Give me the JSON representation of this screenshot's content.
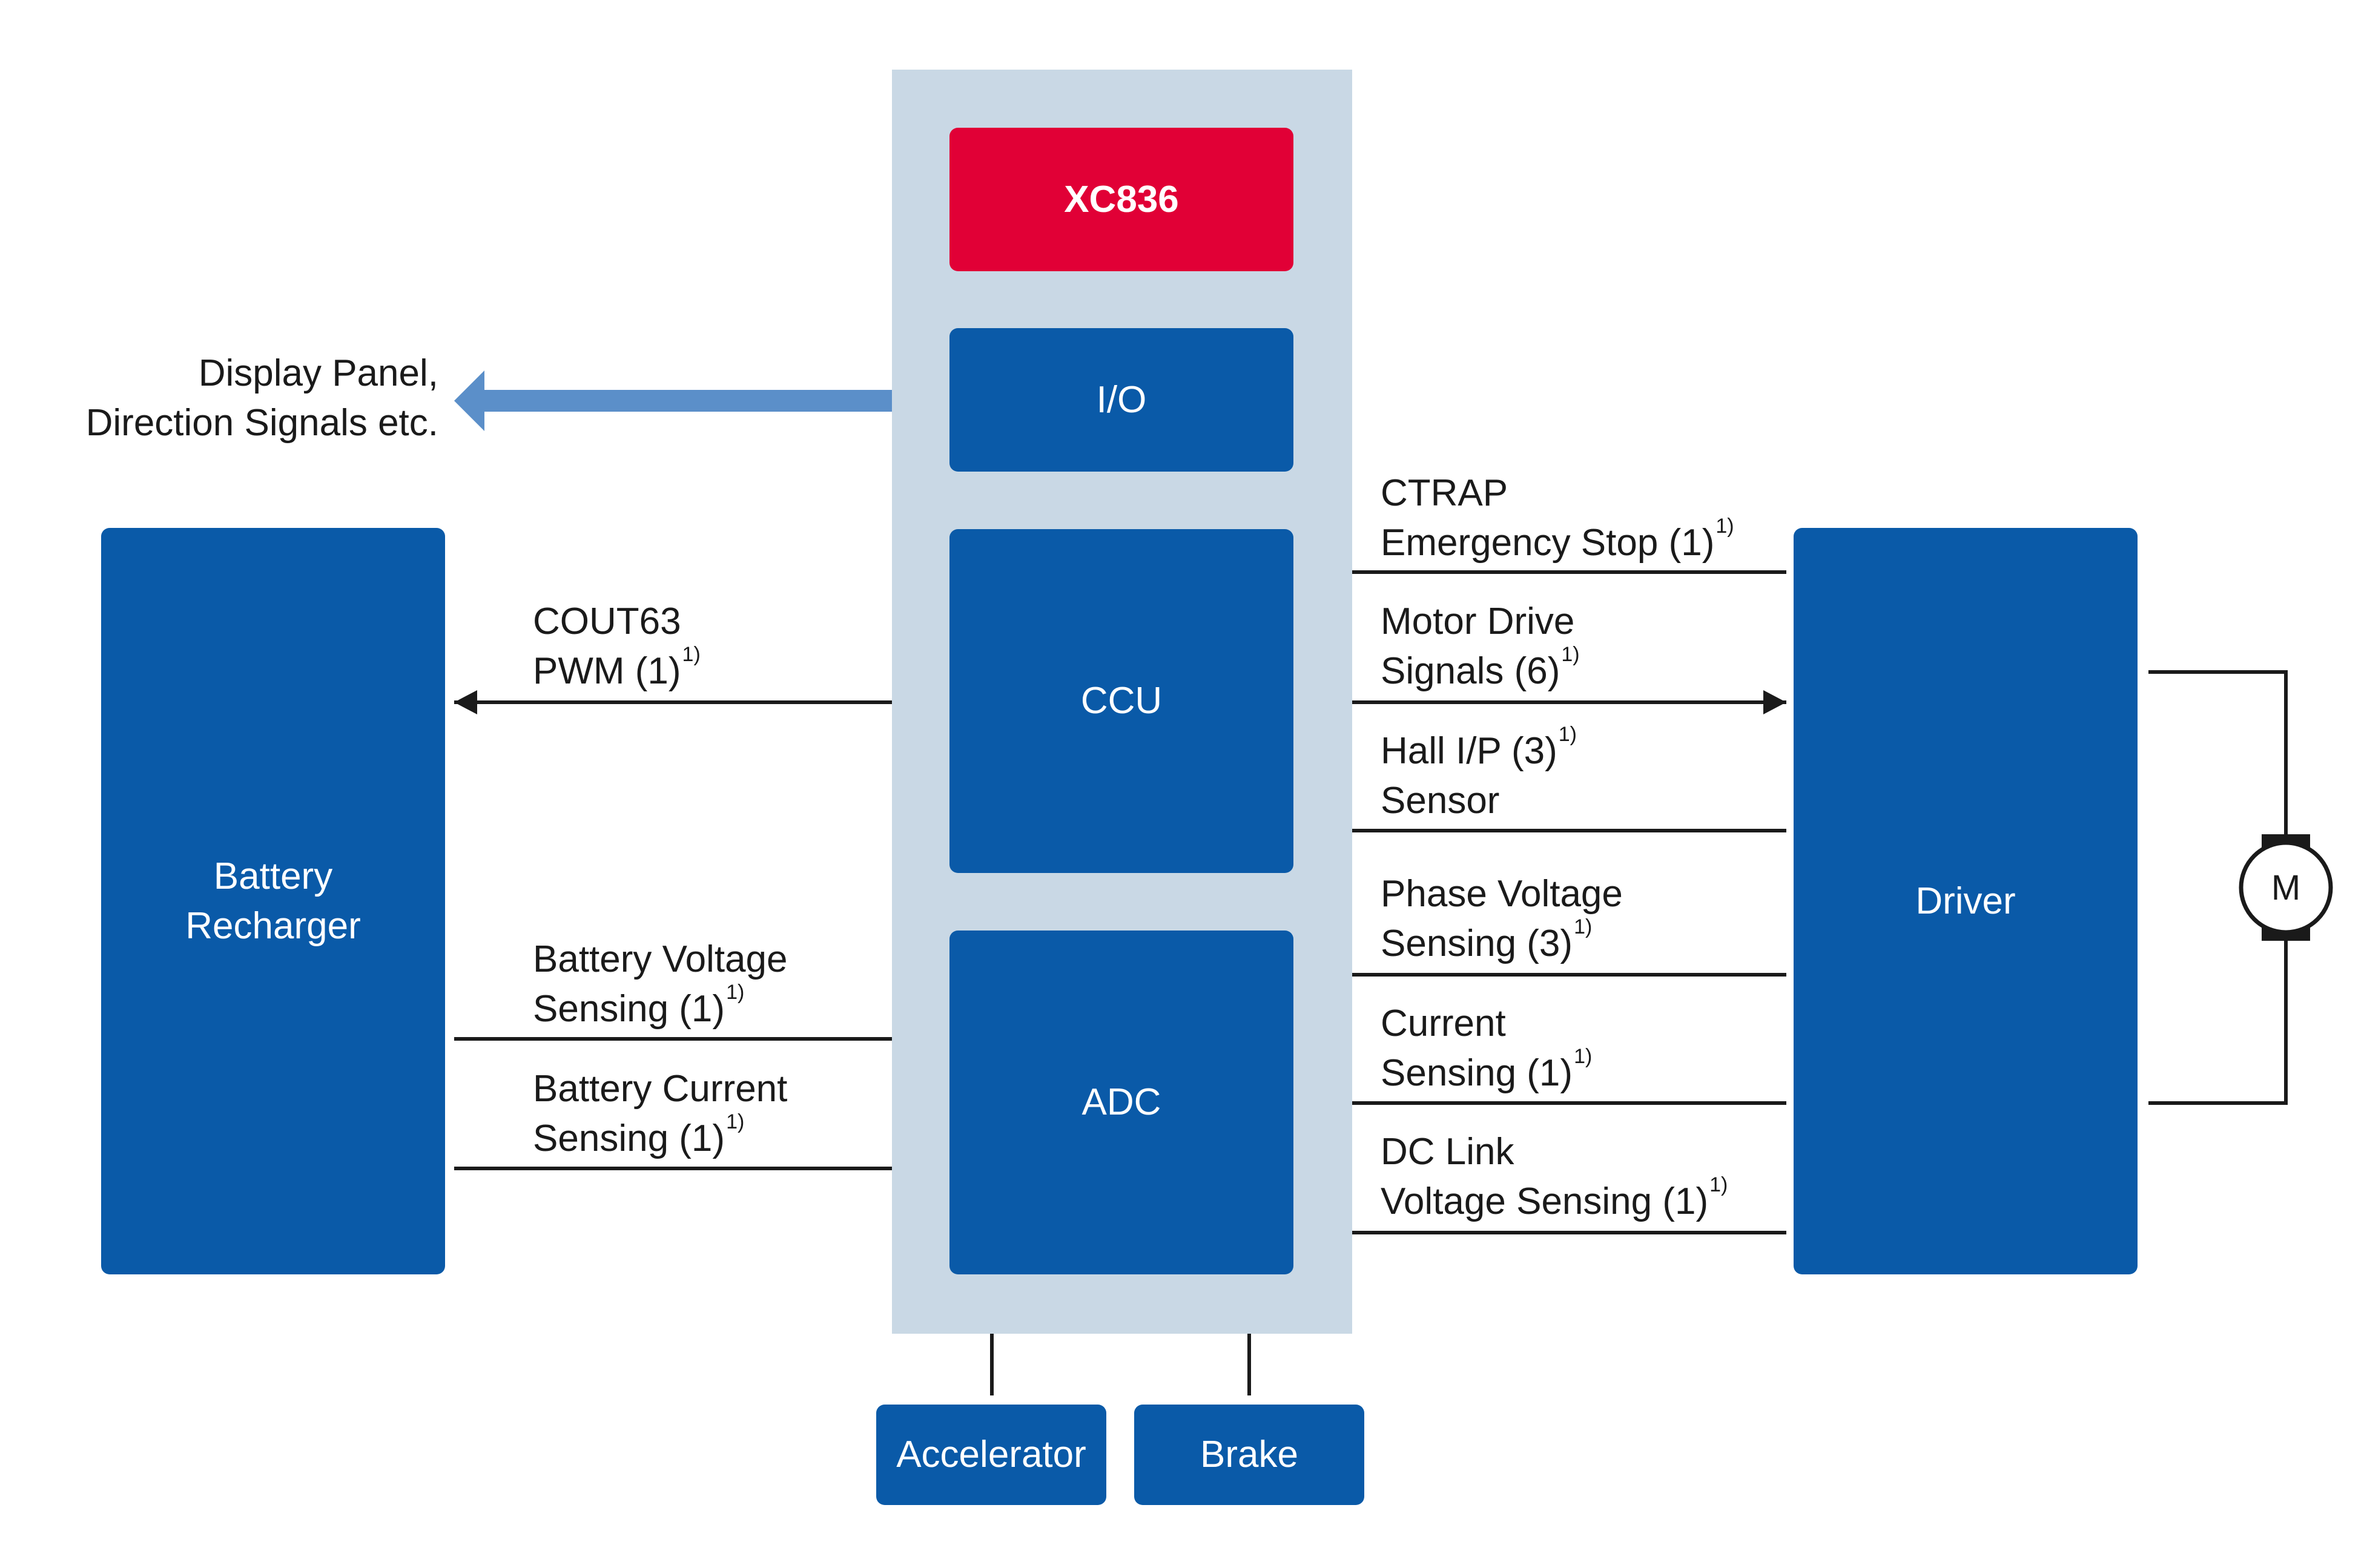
{
  "chip": {
    "name": "XC836",
    "io": "I/O",
    "ccu": "CCU",
    "adc": "ADC"
  },
  "left_block": [
    "Battery",
    "Recharger"
  ],
  "right_block": "Driver",
  "bottom_blocks": {
    "accelerator": "Accelerator",
    "brake": "Brake"
  },
  "motor": "M",
  "io_label": [
    "Display Panel,",
    "Direction Signals etc."
  ],
  "signals": {
    "cout63": {
      "line1": "COUT63",
      "line2": "PWM (1)",
      "note": "1)"
    },
    "battery_voltage": {
      "line1": "Battery Voltage",
      "line2": "Sensing (1)",
      "note": "1)"
    },
    "battery_current": {
      "line1": "Battery Current",
      "line2": "Sensing (1)",
      "note": "1)"
    },
    "ctrap": {
      "line1": "CTRAP",
      "line2": "Emergency Stop (1)",
      "note": "1)"
    },
    "motor_drive": {
      "line1": "Motor Drive",
      "line2": "Signals (6)",
      "note": "1)"
    },
    "hall": {
      "line1": "Hall I/P (3)",
      "note": "1)",
      "line2": "Sensor"
    },
    "phase_voltage": {
      "line1": "Phase Voltage",
      "line2": "Sensing (3)",
      "note": "1)"
    },
    "current": {
      "line1": "Current",
      "line2": "Sensing (1)",
      "note": "1)"
    },
    "dc_link": {
      "line1": "DC Link",
      "line2": "Voltage Sensing (1)",
      "note": "1)"
    }
  },
  "colors": {
    "block_blue": "#0a5aa8",
    "chip_red": "#e10036",
    "chip_background": "#c9d8e5",
    "io_arrow": "#5b8fc9",
    "wire": "#1a1a1a"
  }
}
